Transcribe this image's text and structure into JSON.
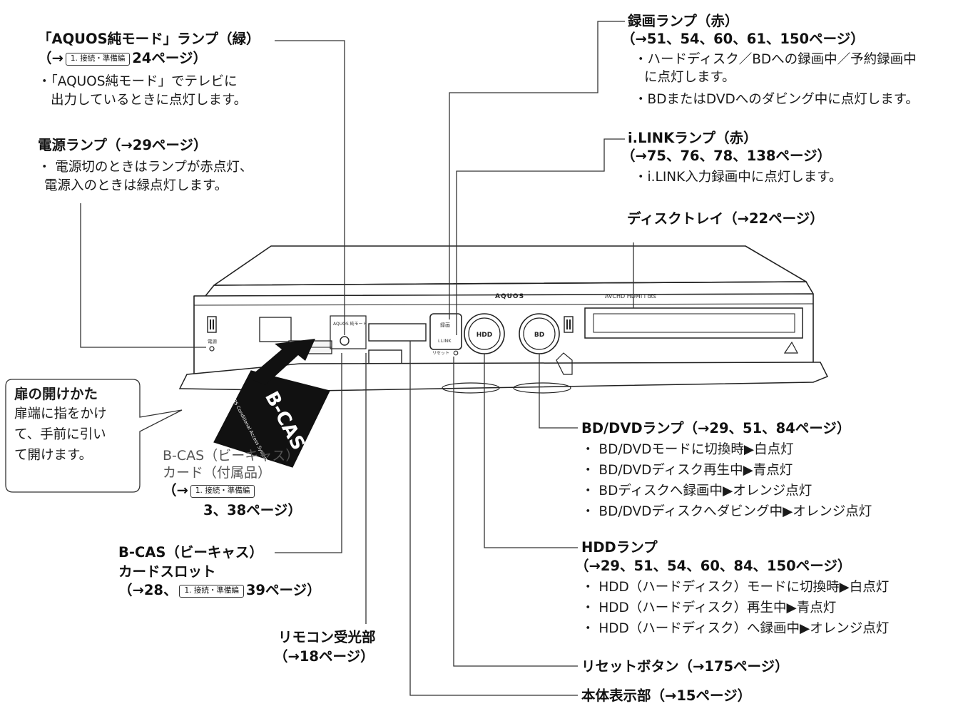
{
  "device": {
    "brand": "AQUOS",
    "btn_hdd": "HDD",
    "btn_bd": "BD",
    "panel_rec": "録画",
    "panel_ilink": "i.LINK",
    "panel_reset": "リセット",
    "panel_power": "電源",
    "panel_aquos": "AQUOS 純モード",
    "logos": "AVCHD HDMI i dts",
    "card_text": "B-CAS",
    "card_sub": "BS Conditional Access Systems"
  },
  "aquos": {
    "title": "「AQUOS純モード」ランプ（緑）",
    "ref_open": "（→",
    "ref_box": "1. 接続・準備編",
    "ref_tail": "24ページ）",
    "desc": [
      "・「AQUOS純モード」でテレビに",
      "出力しているときに点灯します。"
    ]
  },
  "power": {
    "title": "電源ランプ（→29ページ）",
    "desc": [
      "・ 電源切のときはランプが赤点灯、",
      "電源入のときは緑点灯します。"
    ]
  },
  "rec": {
    "title": "録画ランプ（赤）",
    "ref": "（→51、54、60、61、150ページ）",
    "desc": [
      "・ハードディスク／BDへの録画中／予約録画中",
      "に点灯します。",
      "・BDまたはDVDへのダビング中に点灯します。"
    ]
  },
  "ilink": {
    "title": "i.LINKランプ（赤）",
    "ref": "（→75、76、78、138ページ）",
    "desc": [
      "・i.LINK入力録画中に点灯します。"
    ]
  },
  "tray": {
    "title": "ディスクトレイ（→22ページ）"
  },
  "door": {
    "title": "扉の開けかた",
    "desc": [
      "扉端に指をかけ",
      "て、手前に引い",
      "て開けます。"
    ]
  },
  "card": {
    "lines": [
      "B-CAS（ビーキャス）",
      "カード（付属品）"
    ],
    "ref_open": "（→",
    "ref_box": "1. 接続・準備編",
    "ref_tail": "3、38ページ）"
  },
  "slot": {
    "title": [
      "B-CAS（ビーキャス）",
      "カードスロット"
    ],
    "ref_open": "（→28、",
    "ref_box": "1. 接続・準備編",
    "ref_tail": "39ページ）"
  },
  "remote": {
    "title": "リモコン受光部",
    "ref": "（→18ページ）"
  },
  "bddvd": {
    "title": "BD/DVDランプ（→29、51、84ページ）",
    "desc": [
      "・ BD/DVDモードに切換時▶白点灯",
      "・ BD/DVDディスク再生中▶青点灯",
      "・ BDディスクへ録画中▶オレンジ点灯",
      "・ BD/DVDディスクへダビング中▶オレンジ点灯"
    ]
  },
  "hdd": {
    "title": "HDDランプ",
    "ref": "（→29、51、54、60、84、150ページ）",
    "desc": [
      "・ HDD（ハードディスク）モードに切換時▶白点灯",
      "・ HDD（ハードディスク）再生中▶青点灯",
      "・ HDD（ハードディスク）へ録画中▶オレンジ点灯"
    ]
  },
  "reset": {
    "title": "リセットボタン（→175ページ）"
  },
  "display": {
    "title": "本体表示部（→15ページ）"
  }
}
